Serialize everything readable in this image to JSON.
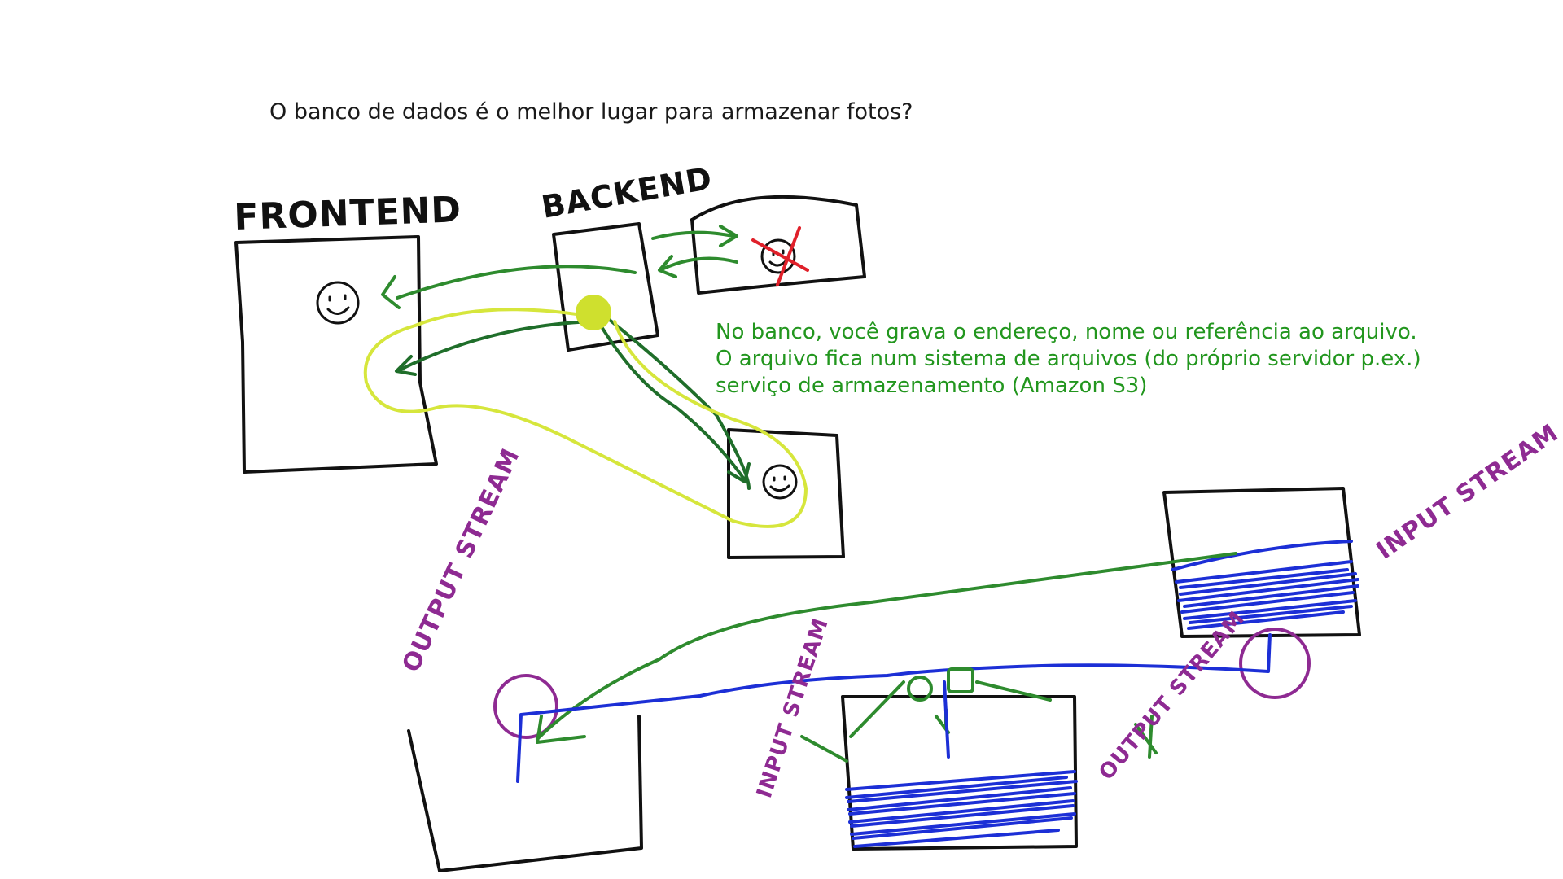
{
  "question": "O banco de dados é o melhor lugar para armazenar fotos?",
  "labels": {
    "frontend": "FRONTEND",
    "backend": "BACKEND",
    "output_stream": "OUTPUT STREAM",
    "input_stream": "INPUT STREAM"
  },
  "note": {
    "lines": [
      "No banco, você grava o endereço, nome ou referência ao arquivo.",
      "O arquivo fica num sistema de arquivos (do próprio servidor p.ex.)",
      "serviço de armazenamento (Amazon S3)"
    ]
  },
  "colors": {
    "ink": "#111111",
    "green": "#2e8b2e",
    "dark_green": "#1f6e2a",
    "lime": "#d6e63c",
    "blue": "#1c2fd6",
    "purple": "#8e2a92",
    "red": "#e0202a"
  }
}
